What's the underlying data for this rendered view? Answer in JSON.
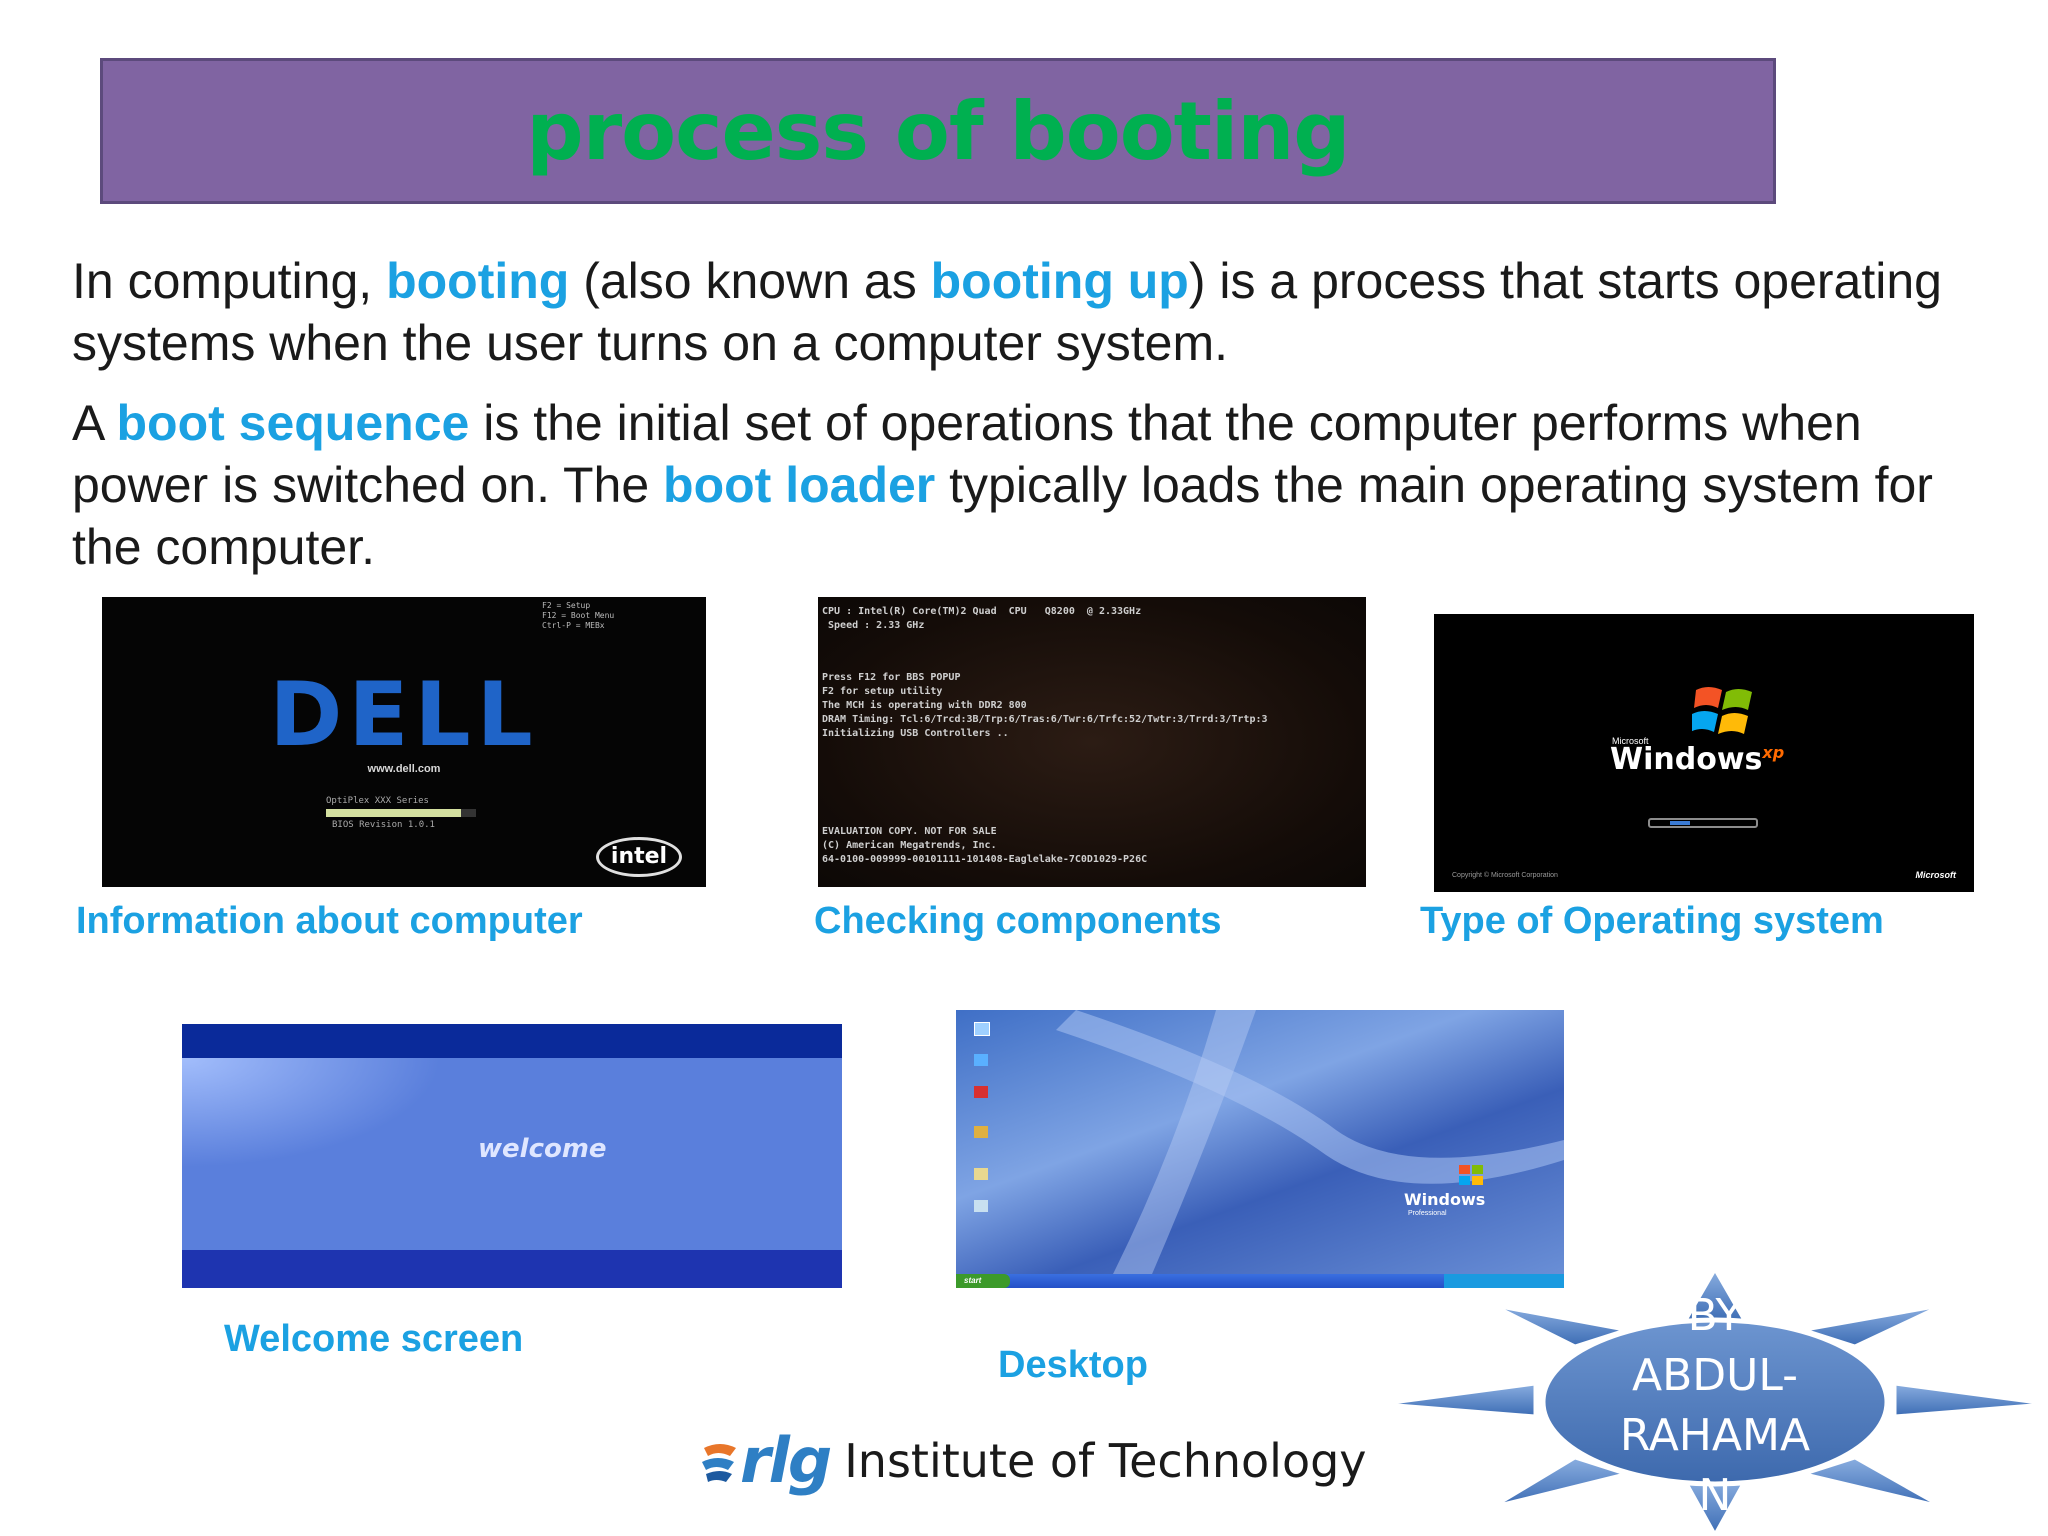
{
  "slide": {
    "title": "process of booting",
    "para1": {
      "t1": "In computing, ",
      "h1": "booting",
      "t2": " (also known as ",
      "h2": "booting up",
      "t3": ") is a process that starts operating systems when the user turns on a computer system."
    },
    "para2": {
      "t1": "A ",
      "h1": "boot sequence",
      "t2": " is the initial set of operations that the computer performs when power is switched on. The ",
      "h2": "boot loader",
      "t3": " typically loads the main operating system for the computer."
    },
    "images": {
      "dell": {
        "caption": "Information about computer",
        "logo": "DELL",
        "site": "www.dell.com",
        "model": "OptiPlex XXX Series",
        "bios": "BIOS Revision 1.0.1",
        "brand": "intel",
        "keys": "F2 = Setup\nF12 = Boot Menu\nCtrl-P = MEBx"
      },
      "post": {
        "caption": "Checking components",
        "top_lines": "CPU : Intel(R) Core(TM)2 Quad  CPU   Q8200  @ 2.33GHz\n Speed : 2.33 GHz",
        "mid_lines": "Press F12 for BBS POPUP\nF2 for setup utility\nThe MCH is operating with DDR2 800\nDRAM Timing: Tcl:6/Trcd:3B/Trp:6/Tras:6/Twr:6/Trfc:52/Twtr:3/Trrd:3/Trtp:3\nInitializing USB Controllers ..",
        "bottom_lines": "EVALUATION COPY. NOT FOR SALE\n(C) American Megatrends, Inc.\n64-0100-009999-00101111-101408-Eaglelake-7C0D1029-P26C"
      },
      "winxp": {
        "caption": "Type of Operating system",
        "ms": "Microsoft",
        "windows": "Windows",
        "xp": "xp",
        "copyright": "Copyright © Microsoft Corporation",
        "ms_logo": "Microsoft"
      },
      "welcome": {
        "caption": "Welcome screen",
        "text": "welcome"
      },
      "desktop": {
        "caption": "Desktop",
        "windows": "Windows",
        "edition": "Professional",
        "start": "start"
      }
    },
    "footer": {
      "logo": "rlg",
      "institute": "Institute of Technology"
    },
    "author": {
      "lines": [
        "BY",
        "ABDUL-",
        "RAHAMA",
        "N"
      ]
    }
  }
}
